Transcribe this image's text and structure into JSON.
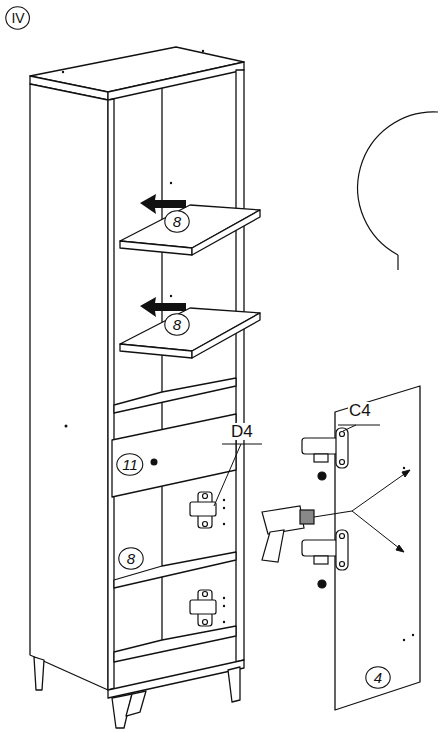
{
  "diagram": {
    "nodes": [
      {
        "text": [
          "IV"
        ]
      },
      {
        "text": [
          "8"
        ]
      },
      {
        "text": [
          "8"
        ]
      },
      {
        "text": [
          "11"
        ]
      },
      {
        "text": [
          "8"
        ]
      },
      {
        "text": [
          "4"
        ]
      }
    ],
    "labels": [
      "D4",
      "C4"
    ]
  }
}
